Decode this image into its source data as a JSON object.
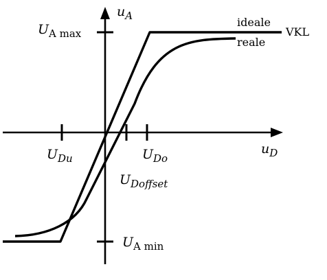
{
  "diagram": {
    "axes": {
      "vertical": {
        "symbol": "u",
        "subscript": "A"
      },
      "horizontal": {
        "symbol": "u",
        "subscript": "D"
      }
    },
    "levels": {
      "max": {
        "symbol": "U",
        "subscript": "A max"
      },
      "min": {
        "symbol": "U",
        "subscript": "A min"
      }
    },
    "thresholds": {
      "lower": {
        "symbol": "U",
        "subscript": "Du"
      },
      "upper": {
        "symbol": "U",
        "subscript": "Do"
      },
      "offset": {
        "symbol": "U",
        "subscript": "Doffset"
      }
    },
    "curve_labels": {
      "ideal": "ideale",
      "real": "reale",
      "group": "VKL"
    }
  }
}
